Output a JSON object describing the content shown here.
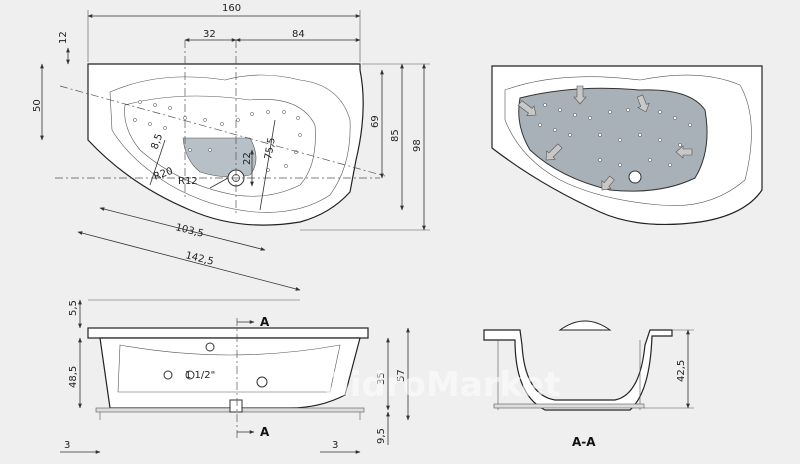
{
  "watermark": "GidroMarket",
  "top_view": {
    "dims": [
      "160",
      "32",
      "84",
      "12",
      "50",
      "69",
      "85",
      "98",
      "8,5",
      "75,5",
      "22",
      "R20",
      "R12",
      "103,5",
      "142,5"
    ]
  },
  "front_view": {
    "dims": [
      "5,5",
      "48,5",
      "35",
      "57",
      "9,5",
      "3",
      "3"
    ],
    "pipe_label": "1 1/2\"",
    "section_marker": "A"
  },
  "section_view": {
    "dims": [
      "42,5"
    ],
    "title": "A-A"
  },
  "colors": {
    "background": "#efefef",
    "shell": "#ffffff",
    "basin": "#9aa6ae",
    "arrow": "#c8c8c8"
  }
}
